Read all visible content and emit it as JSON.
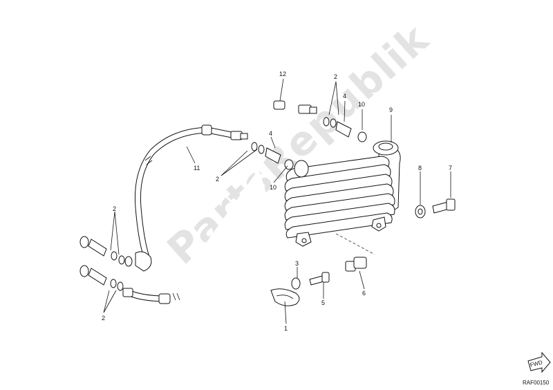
{
  "watermark": "PartsRepublik",
  "drawing_code": "RAF00150",
  "fwd_label": "FWD",
  "callouts": {
    "c12": "12",
    "c2_top": "2",
    "c4_top": "4",
    "c10_top": "10",
    "c9": "9",
    "c11": "11",
    "c4_mid": "4",
    "c2_mid": "2",
    "c10_mid": "10",
    "c8": "8",
    "c7": "7",
    "c2_left_upper": "2",
    "c2_left_lower": "2",
    "c3": "3",
    "c5": "5",
    "c6": "6",
    "c1": "1"
  }
}
